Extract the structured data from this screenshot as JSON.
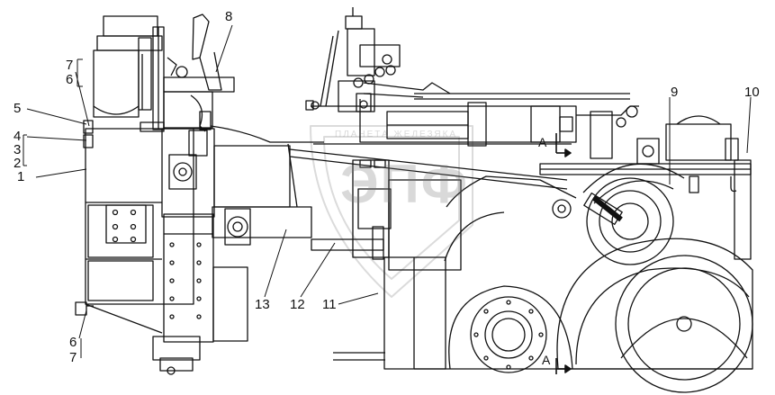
{
  "diagram": {
    "colors": {
      "line": "#111111",
      "hatch": "#444444",
      "watermark": "#999999",
      "background": "#ffffff"
    },
    "callouts": {
      "c1": "1",
      "c2": "2",
      "c3": "3",
      "c4": "4",
      "c5": "5",
      "c6_top": "6",
      "c7_top": "7",
      "c6_bottom": "6",
      "c7_bottom": "7",
      "c8": "8",
      "c9": "9",
      "c10": "10",
      "c11": "11",
      "c12": "12",
      "c13": "13"
    },
    "section_marks": {
      "top": "A",
      "bottom": "A"
    },
    "watermark": {
      "logo": "ЭПФ",
      "text": "ПЛАНЕТА ЖЕЛЕЗЯКА"
    }
  }
}
